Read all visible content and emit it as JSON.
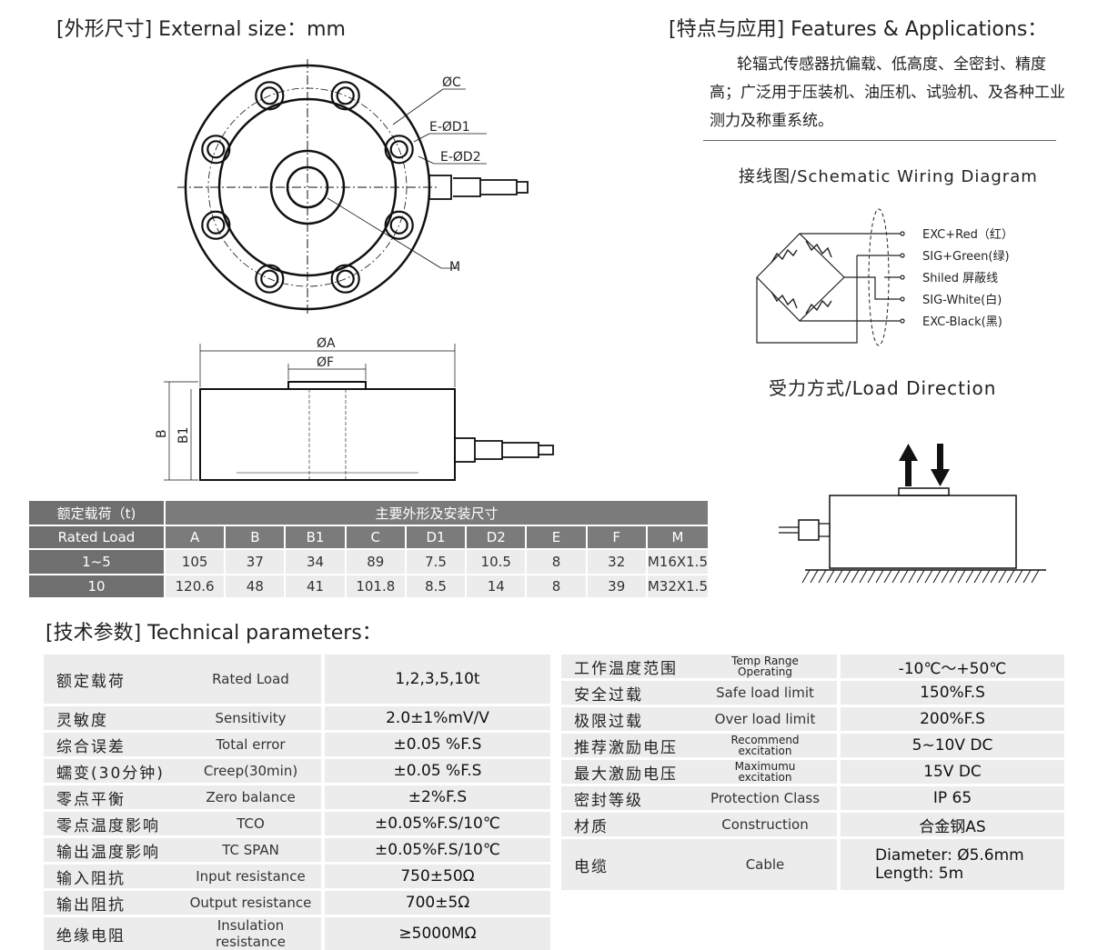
{
  "external_size": {
    "title": "[外形尺寸] External size：mm"
  },
  "features": {
    "title": "[特点与应用] Features & Applications：",
    "text": "轮辐式传感器抗偏载、低高度、全密封、精度高；广泛用于压装机、油压机、试验机、及各种工业测力及称重系统。"
  },
  "drawing_labels": {
    "oc": "ØC",
    "ed1": "E-ØD1",
    "ed2": "E-ØD2",
    "m": "M",
    "oa": "ØA",
    "of": "ØF",
    "b": "B",
    "b1": "B1"
  },
  "wiring": {
    "title": "接线图/Schematic Wiring Diagram",
    "wires": [
      "EXC+Red（红）",
      "SIG+Green(绿)",
      "Shiled   屏蔽线",
      "SIG-White(白)",
      "EXC-Black(黑)"
    ]
  },
  "load_direction": {
    "title": "受力方式/Load Direction"
  },
  "dimension_table": {
    "rated_cn": "额定载荷（t)",
    "rated_en": "Rated Load",
    "group_header": "主要外形及安装尺寸",
    "columns": [
      "A",
      "B",
      "B1",
      "C",
      "D1",
      "D2",
      "E",
      "F",
      "M"
    ],
    "rows": [
      {
        "load": "1~5",
        "values": [
          "105",
          "37",
          "34",
          "89",
          "7.5",
          "10.5",
          "8",
          "32",
          "M16X1.5"
        ]
      },
      {
        "load": "10",
        "values": [
          "120.6",
          "48",
          "41",
          "101.8",
          "8.5",
          "14",
          "8",
          "39",
          "M32X1.5"
        ]
      }
    ]
  },
  "technical": {
    "title": "[技术参数] Technical parameters：",
    "left": [
      {
        "cn": "额定载荷",
        "en": "Rated Load",
        "value": "1,2,3,5,10t"
      },
      {
        "cn": "灵敏度",
        "en": "Sensitivity",
        "value": "2.0±1%mV/V"
      },
      {
        "cn": "综合误差",
        "en": "Total error",
        "value": "±0.05 %F.S"
      },
      {
        "cn": "蠕变(30分钟)",
        "en": "Creep(30min)",
        "value": "±0.05 %F.S"
      },
      {
        "cn": "零点平衡",
        "en": "Zero balance",
        "value": "±2%F.S"
      },
      {
        "cn": "零点温度影响",
        "en": "TCO",
        "value": "±0.05%F.S/10℃"
      },
      {
        "cn": "输出温度影响",
        "en": "TC SPAN",
        "value": "±0.05%F.S/10℃"
      },
      {
        "cn": "输入阻抗",
        "en": "Input resistance",
        "value": "750±50Ω"
      },
      {
        "cn": "输出阻抗",
        "en": "Output resistance",
        "value": "700±5Ω"
      },
      {
        "cn": "绝缘电阻",
        "en": "Insulation resistance",
        "value": "≥5000MΩ"
      }
    ],
    "right": [
      {
        "cn": "工作温度范围",
        "en": "Temp Range",
        "en2": "Operating",
        "value": "-10℃～+50℃"
      },
      {
        "cn": "安全过载",
        "en": "Safe load limit",
        "value": "150%F.S"
      },
      {
        "cn": "极限过载",
        "en": "Over load limit",
        "value": "200%F.S"
      },
      {
        "cn": "推荐激励电压",
        "en": "Recommend",
        "en2": "excitation",
        "value": "5~10V  DC"
      },
      {
        "cn": "最大激励电压",
        "en": "Maximumu",
        "en2": "excitation",
        "value": "15V   DC"
      },
      {
        "cn": "密封等级",
        "en": "Protection Class",
        "value": "IP 65"
      },
      {
        "cn": "材质",
        "en": "Construction",
        "value": "合金钢AS"
      },
      {
        "cn": "电缆",
        "en": "Cable",
        "value": "Diameter: Ø5.6mm",
        "value2": "Length: 5m"
      }
    ]
  }
}
